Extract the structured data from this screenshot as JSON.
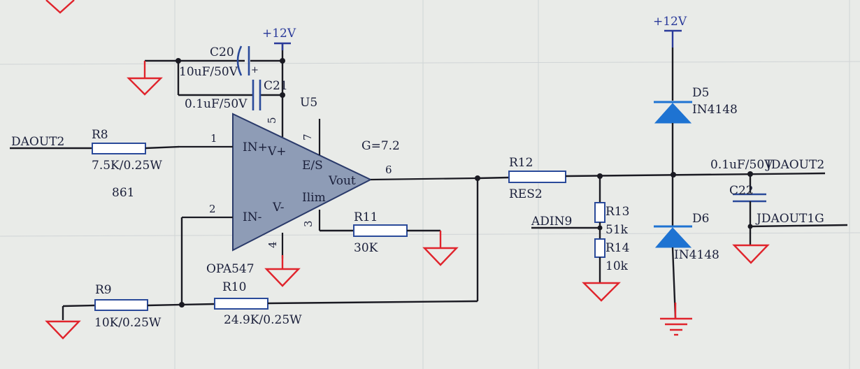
{
  "labels": {
    "c20": "C20",
    "c20_value": "10uF/50V",
    "c21": "C21",
    "c21_value": "0.1uF/50V",
    "vcc_left": "+12V",
    "vcc_right": "+12V",
    "u5": "U5",
    "gain": "G=7.2",
    "in_plus": "IN+",
    "v_plus": "V+",
    "es": "E/S",
    "vout": "Vout",
    "ilim": "Ilim",
    "in_minus": "IN-",
    "v_minus": "V-",
    "pin1": "1",
    "pin2": "2",
    "pin3": "3",
    "pin4": "4",
    "pin5": "5",
    "pin6": "6",
    "pin7": "7",
    "daout2": "DAOUT2",
    "r8": "R8",
    "r8_value": "7.5K/0.25W",
    "note_861": "861",
    "r11": "R11",
    "r11_value": "30K",
    "opa": "OPA547",
    "r9": "R9",
    "r9_value": "10K/0.25W",
    "r10": "R10",
    "r10_value": "24.9K/0.25W",
    "r12": "R12",
    "r12_value": "RES2",
    "adin9": "ADIN9",
    "r13": "R13",
    "r13_value": "51k",
    "r14": "R14",
    "r14_value": "10k",
    "d5": "D5",
    "d5_value": "IN4148",
    "d6": "D6",
    "d6_value": "IN4148",
    "c22": "C22",
    "c22_value": "0.1uF/50V",
    "jdaout2": "JDAOUT2",
    "jdaout1g": "JDAOUT1G",
    "plus_mark": "+"
  },
  "colors": {
    "wire": "#1a1a22",
    "ground": "#e0242c",
    "power": "#2a3a9a",
    "opamp_fill": "#8e9cb6",
    "diode": "#1e73d2",
    "background": "#e9ebe8"
  }
}
